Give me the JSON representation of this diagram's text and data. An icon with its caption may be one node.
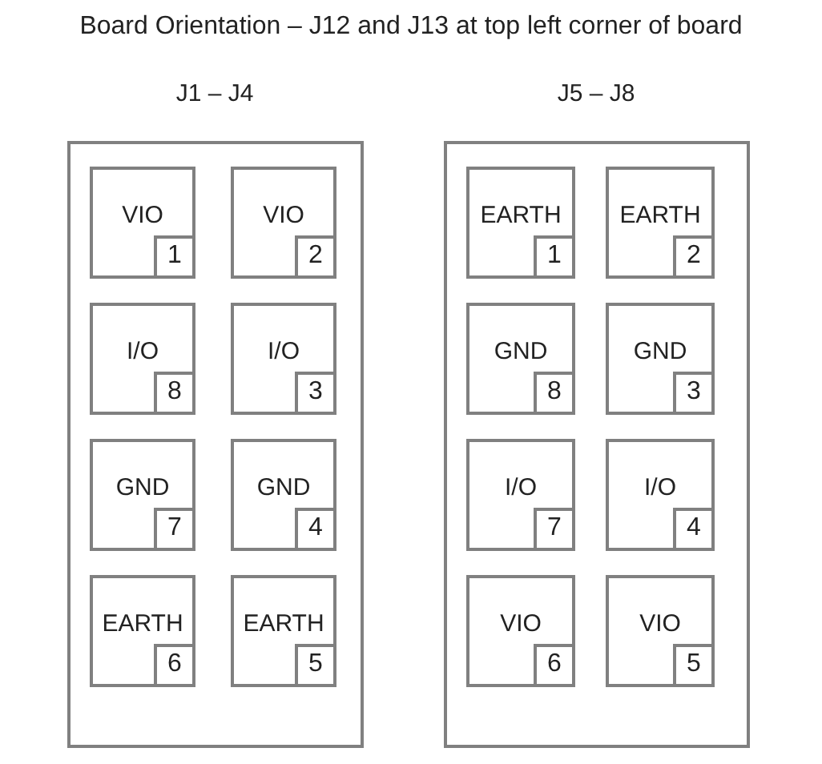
{
  "diagram": {
    "title": "Board Orientation – J12 and J13 at top left corner of board",
    "nodes": [
      {
        "text": [],
        "shape": "box"
      },
      {
        "text": [
          "VIO"
        ],
        "in": 0
      },
      {
        "text": [
          "1"
        ],
        "in": 1
      },
      {
        "text": [
          "VIO"
        ],
        "in": 0
      },
      {
        "text": [
          "2"
        ],
        "in": 3
      },
      {
        "text": [
          "I/O"
        ],
        "in": 0
      },
      {
        "text": [
          "8"
        ],
        "in": 5
      },
      {
        "text": [
          "I/O"
        ],
        "in": 0
      },
      {
        "text": [
          "3"
        ],
        "in": 7
      },
      {
        "text": [
          "GND"
        ],
        "in": 0
      },
      {
        "text": [
          "7"
        ],
        "in": 9
      },
      {
        "text": [
          "GND"
        ],
        "in": 0
      },
      {
        "text": [
          "4"
        ],
        "in": 11
      },
      {
        "text": [
          "EARTH"
        ],
        "in": 0
      },
      {
        "text": [
          "6"
        ],
        "in": 13
      },
      {
        "text": [
          "EARTH"
        ],
        "in": 0
      },
      {
        "text": [
          "5"
        ],
        "in": 15
      },
      {
        "text": [],
        "shape": "box"
      },
      {
        "text": [
          "EARTH"
        ],
        "in": 17
      },
      {
        "text": [
          "1"
        ],
        "in": 18
      },
      {
        "text": [
          "EARTH"
        ],
        "in": 17
      },
      {
        "text": [
          "2"
        ],
        "in": 20
      },
      {
        "text": [
          "GND"
        ],
        "in": 17
      },
      {
        "text": [
          "8"
        ],
        "in": 22
      },
      {
        "text": [
          "GND"
        ],
        "in": 17
      },
      {
        "text": [
          "3"
        ],
        "in": 24
      },
      {
        "text": [
          "I/O"
        ],
        "in": 17
      },
      {
        "text": [
          "7"
        ],
        "in": 26
      },
      {
        "text": [
          "I/O"
        ],
        "in": 17
      },
      {
        "text": [
          "4"
        ],
        "in": 28
      },
      {
        "text": [
          "VIO"
        ],
        "in": 17
      },
      {
        "text": [
          "6"
        ],
        "in": 30
      },
      {
        "text": [
          "VIO"
        ],
        "in": 17
      },
      {
        "text": [
          "5"
        ],
        "in": 32
      }
    ],
    "labels": [
      "J1 – J4",
      "J5 – J8"
    ]
  }
}
